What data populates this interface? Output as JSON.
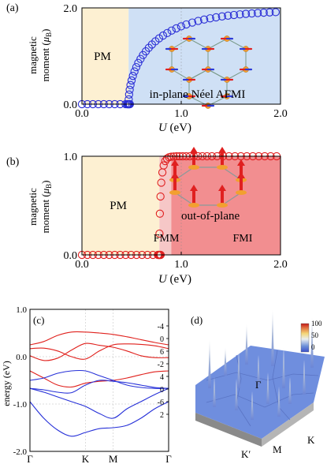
{
  "colors": {
    "pm_region": "#fdf0d2",
    "afmi_region": "#cfe0f5",
    "fmm_region": "#f6c7c7",
    "fmi_region": "#f28e90",
    "blue": "#2b2fd6",
    "red": "#e02020",
    "band_red": "#e0201c",
    "band_blue": "#2630d8"
  },
  "chart_data": [
    {
      "id": "a",
      "type": "scatter",
      "panel_label": "(a)",
      "ylabel_line1": "magnetic",
      "ylabel_line2": "moment (",
      "ylabel_mu": "μ",
      "ylabel_sub": "B",
      "ylabel_end": ")",
      "xlabel_italic": "U",
      "xlabel_rest": " (eV)",
      "xlim": [
        0.0,
        2.0
      ],
      "ylim": [
        0.0,
        2.0
      ],
      "xticks": [
        "0.0",
        "1.0",
        "2.0"
      ],
      "yticks": [
        "0.0",
        "2.0"
      ],
      "xtick_values": [
        0.0,
        1.0,
        2.0
      ],
      "ytick_values": [
        0.0,
        2.0
      ],
      "regions": [
        {
          "label": "PM",
          "from": 0.0,
          "to": 0.47,
          "color_key": "pm_region"
        },
        {
          "label": "in-plane Néel AFMI",
          "from": 0.47,
          "to": 2.0,
          "color_key": "afmi_region"
        }
      ],
      "critical_U": 0.47,
      "u_end": 2.0,
      "series": [
        {
          "color_key": "blue",
          "x": [],
          "y": []
        }
      ]
    },
    {
      "id": "b",
      "type": "scatter",
      "panel_label": "(b)",
      "ylabel_line1": "magnetic",
      "ylabel_line2": "moment (",
      "ylabel_mu": "μ",
      "ylabel_sub": "B",
      "ylabel_end": ")",
      "xlabel_italic": "U",
      "xlabel_rest": " (eV)",
      "xlim": [
        0.0,
        2.0
      ],
      "ylim": [
        0.0,
        1.0
      ],
      "xticks": [
        "0.0",
        "1.0",
        "2.0"
      ],
      "yticks": [
        "0.0",
        "1.0"
      ],
      "xtick_values": [
        0.0,
        1.0,
        2.0
      ],
      "ytick_values": [
        0.0,
        1.0
      ],
      "regions": [
        {
          "label": "PM",
          "from": 0.0,
          "to": 0.78,
          "color_key": "pm_region"
        },
        {
          "label": "FMM",
          "from": 0.78,
          "to": 0.9,
          "color_key": "fmm_region"
        },
        {
          "label": "FMI",
          "from": 0.9,
          "to": 2.0,
          "color_key": "fmi_region"
        }
      ],
      "extra_label": "out-of-plane",
      "critical_U": 0.78,
      "u_end": 2.0,
      "series": [
        {
          "color_key": "red",
          "x": [],
          "y": []
        }
      ]
    },
    {
      "id": "c",
      "type": "line",
      "panel_label": "(c)",
      "ylabel": "energy (eV)",
      "ylim": [
        -2.0,
        1.0
      ],
      "yticks": [
        "-2.0",
        "-1.0",
        "0.0",
        "1.0"
      ],
      "ytick_values": [
        -2.0,
        -1.0,
        0.0,
        1.0
      ],
      "xticks": [
        "Γ",
        "K",
        "M",
        "Γ"
      ],
      "xtick_positions": [
        0,
        1,
        1.5,
        2.5
      ],
      "right_labels": [
        "-4",
        "0",
        "6",
        "-2",
        "4",
        "0",
        "-6",
        "2"
      ],
      "k": [
        0,
        0.25,
        0.5,
        0.75,
        1.0,
        1.25,
        1.5,
        1.75,
        2.0,
        2.25,
        2.5
      ],
      "series": [
        {
          "color_key": "band_red",
          "values": [
            0.25,
            0.32,
            0.45,
            0.52,
            0.52,
            0.5,
            0.47,
            0.42,
            0.36,
            0.3,
            0.25
          ]
        },
        {
          "color_key": "band_red",
          "values": [
            0.17,
            0.18,
            0.12,
            0.0,
            -0.05,
            0.12,
            0.25,
            0.27,
            0.26,
            0.23,
            0.17
          ]
        },
        {
          "color_key": "band_red",
          "values": [
            0.02,
            -0.08,
            -0.03,
            0.14,
            0.28,
            0.24,
            0.2,
            0.12,
            0.02,
            -0.02,
            -0.02
          ]
        },
        {
          "color_key": "band_red",
          "values": [
            -0.3,
            -0.45,
            -0.6,
            -0.64,
            -0.56,
            -0.52,
            -0.5,
            -0.45,
            -0.38,
            -0.32,
            -0.3
          ]
        },
        {
          "color_key": "band_blue",
          "values": [
            -0.5,
            -0.45,
            -0.35,
            -0.3,
            -0.3,
            -0.4,
            -0.5,
            -0.6,
            -0.65,
            -0.67,
            -0.67
          ]
        },
        {
          "color_key": "band_blue",
          "values": [
            -0.67,
            -0.7,
            -0.75,
            -0.76,
            -0.6,
            -0.5,
            -0.52,
            -0.55,
            -0.6,
            -0.65,
            -0.67
          ]
        },
        {
          "color_key": "band_blue",
          "values": [
            -0.67,
            -0.75,
            -0.85,
            -0.95,
            -1.05,
            -1.2,
            -1.3,
            -1.1,
            -0.95,
            -0.8,
            -0.67
          ]
        },
        {
          "color_key": "band_blue",
          "values": [
            -0.95,
            -1.3,
            -1.55,
            -1.68,
            -1.6,
            -1.52,
            -1.5,
            -1.45,
            -1.3,
            -1.1,
            -0.95
          ]
        }
      ]
    },
    {
      "id": "d",
      "type": "surface",
      "panel_label": "(d)",
      "colorbar_ticks": [
        "100",
        "50",
        "0"
      ],
      "colorbar_tick_values": [
        100,
        50,
        0
      ],
      "colorbar_range": [
        -20,
        100
      ],
      "labels": [
        "Γ",
        "M",
        "K",
        "K′"
      ]
    }
  ]
}
